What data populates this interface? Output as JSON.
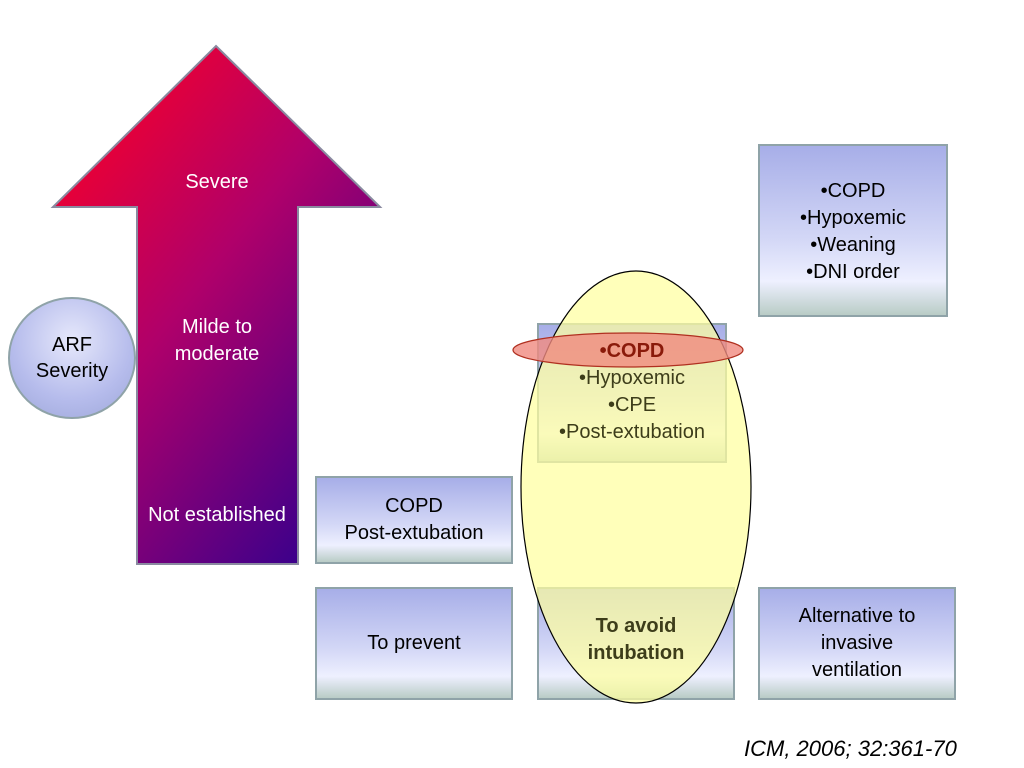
{
  "arrow": {
    "levels": [
      "Severe",
      "Milde to moderate",
      "Not established"
    ]
  },
  "arf_circle": {
    "lines": [
      "ARF",
      "Severity"
    ]
  },
  "boxes": {
    "copd_post_extubation": {
      "lines": [
        "COPD",
        "Post-extubation"
      ]
    },
    "to_prevent": {
      "label": "To prevent"
    },
    "to_avoid_intubation": {
      "lines": [
        "To avoid",
        "intubation"
      ]
    },
    "alternative": {
      "lines": [
        "Alternative to",
        "invasive",
        "ventilation"
      ]
    },
    "middle_list": {
      "items": [
        "•COPD",
        "•Hypoxemic",
        "•CPE",
        "•Post-extubation"
      ]
    },
    "top_right_list": {
      "items": [
        "•COPD",
        "•Hypoxemic",
        "•Weaning",
        "•DNI order"
      ]
    }
  },
  "citation": "ICM, 2006; 32:361-70",
  "colors": {
    "arrow_top": "#ff0022",
    "arrow_bottom": "#2a0090",
    "highlight_oval": "#ffffb0",
    "copd_highlight": "#f08a80"
  }
}
